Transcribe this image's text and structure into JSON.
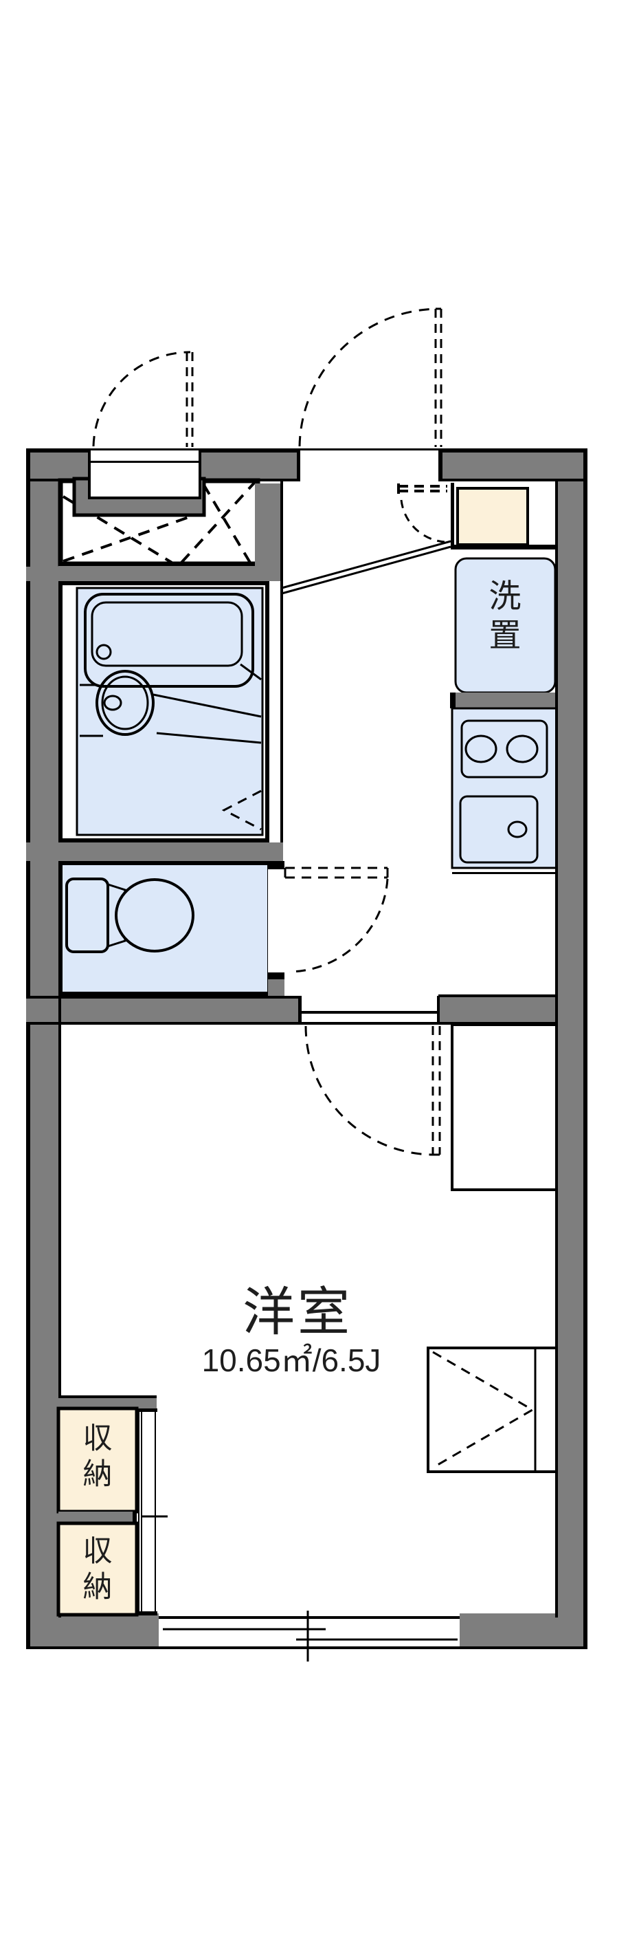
{
  "floorplan": {
    "type": "apartment-floor-plan",
    "rooms": {
      "main_room": {
        "name": "洋室",
        "area_label": "10.65㎡/6.5J",
        "area_sqm": "10.65",
        "area_tatami": "6.5J"
      },
      "laundry_space": {
        "label": "洗置"
      },
      "storage": [
        {
          "label": "収納"
        },
        {
          "label": "収納"
        }
      ]
    },
    "colors": {
      "wall_fill": "#7e7e7e",
      "fixture_fill": "#dce8f9",
      "storage_fill": "#fcf1da",
      "line": "#000000",
      "background": "#ffffff",
      "text": "#1e1e1e"
    }
  }
}
